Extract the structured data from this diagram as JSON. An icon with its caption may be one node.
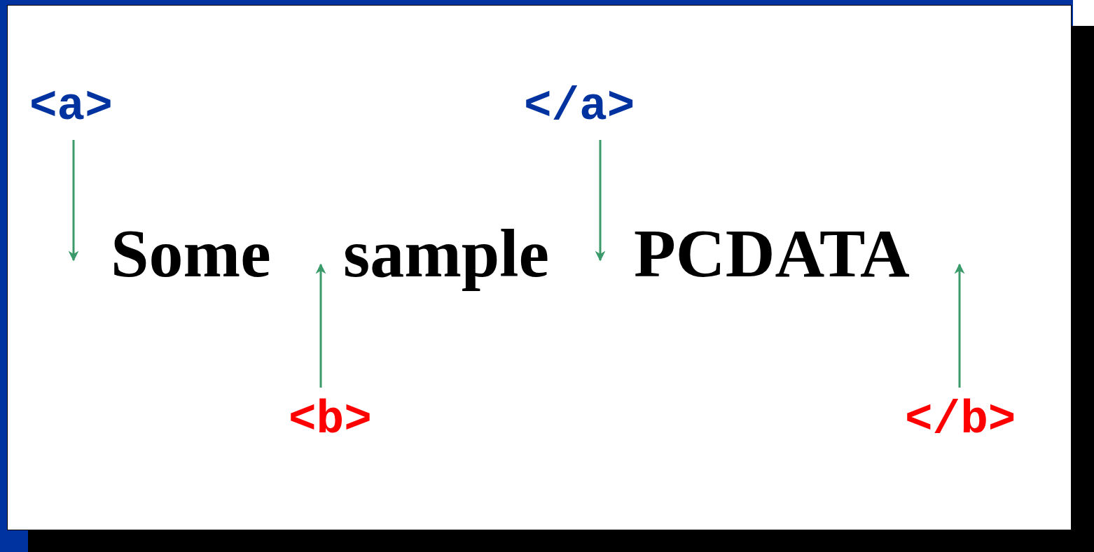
{
  "diagram": {
    "nodes": [
      {
        "text": [
          "<a>"
        ]
      },
      {
        "text": [
          "</a>"
        ]
      },
      {
        "text": [
          "<b>"
        ]
      },
      {
        "text": [
          "</b>"
        ]
      }
    ],
    "edges": [
      {
        "from": 0,
        "to": null,
        "arrow": "to"
      },
      {
        "from": 1,
        "to": null,
        "arrow": "to"
      },
      {
        "from": 2,
        "to": null,
        "arrow": "to"
      },
      {
        "from": 3,
        "to": null,
        "arrow": "to"
      }
    ],
    "labels": [
      "Some",
      "sample",
      "PCDATA"
    ]
  }
}
